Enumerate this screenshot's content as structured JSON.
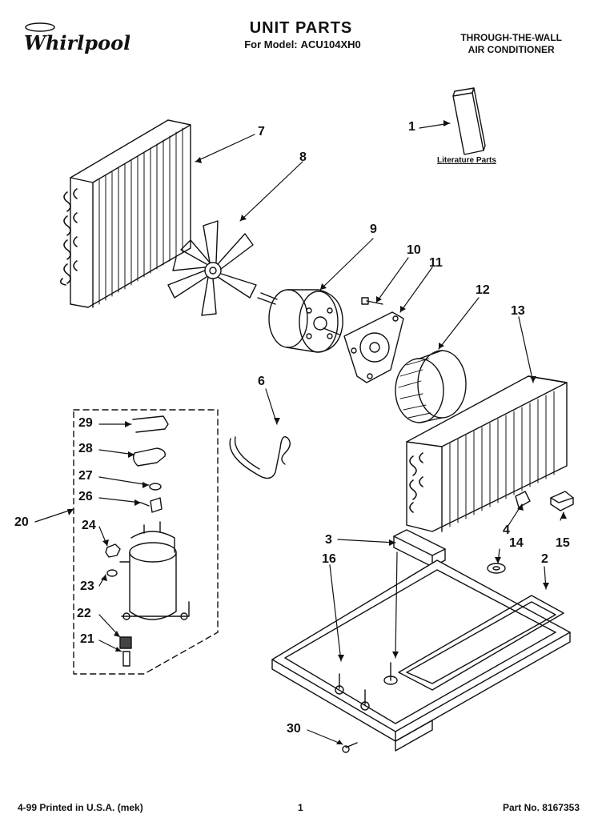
{
  "brand": "Whirlpool",
  "header": {
    "title": "UNIT PARTS",
    "model_prefix": "For Model:",
    "model_number": "ACU104XH0",
    "product_line1": "THROUGH-THE-WALL",
    "product_line2": "AIR CONDITIONER"
  },
  "literature_label": "Literature Parts",
  "callouts": [
    "1",
    "2",
    "3",
    "4",
    "6",
    "7",
    "8",
    "9",
    "10",
    "11",
    "12",
    "13",
    "14",
    "15",
    "16",
    "20",
    "21",
    "22",
    "23",
    "24",
    "26",
    "27",
    "28",
    "29",
    "30"
  ],
  "footer": {
    "left": "4-99 Printed in U.S.A. (mek)",
    "center": "1",
    "right": "Part No. 8167353"
  }
}
